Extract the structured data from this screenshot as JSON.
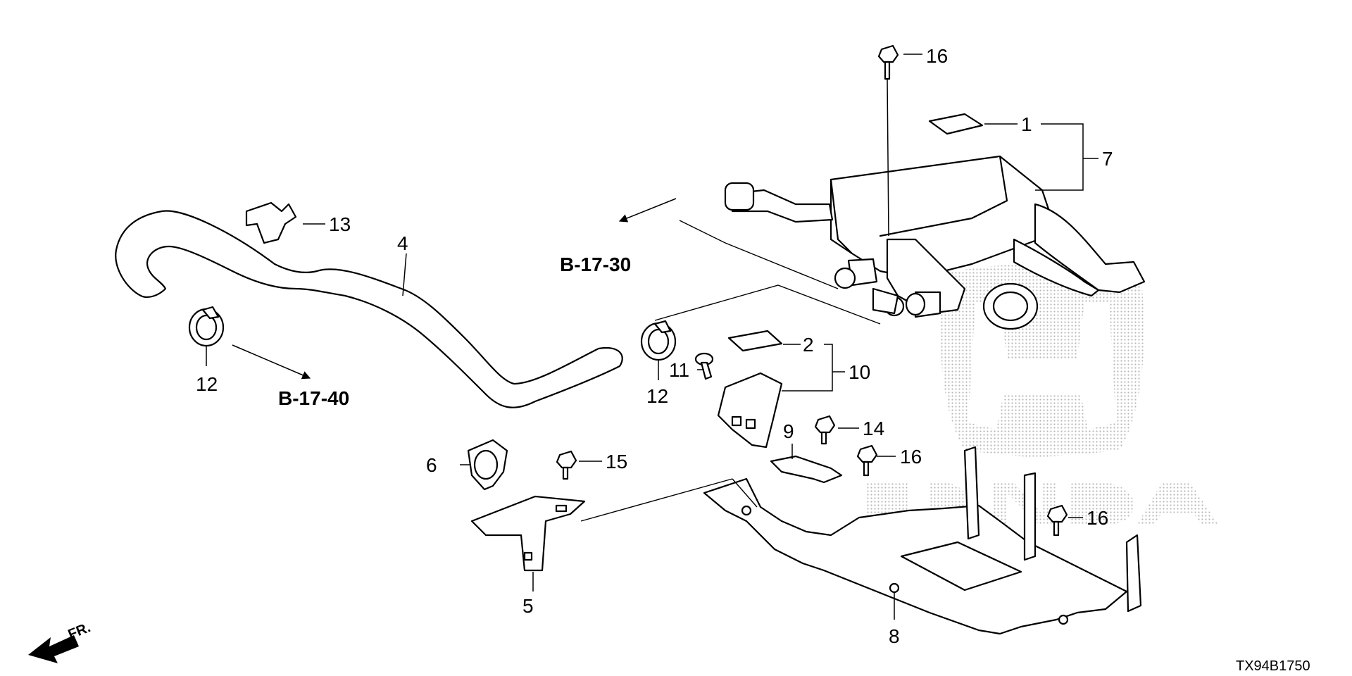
{
  "diagram_code": "TX94B1750",
  "front_marker": "FR.",
  "section_refs": [
    {
      "id": "ref-b-17-30",
      "text": "B-17-30"
    },
    {
      "id": "ref-b-17-40",
      "text": "B-17-40"
    }
  ],
  "callouts": {
    "c1": "1",
    "c2": "2",
    "c4": "4",
    "c5": "5",
    "c6": "6",
    "c7": "7",
    "c8": "8",
    "c9": "9",
    "c10": "10",
    "c11": "11",
    "c12a": "12",
    "c12b": "12",
    "c13": "13",
    "c14": "14",
    "c15": "15",
    "c16a": "16",
    "c16b": "16",
    "c16c": "16"
  },
  "watermark": "HONDA"
}
